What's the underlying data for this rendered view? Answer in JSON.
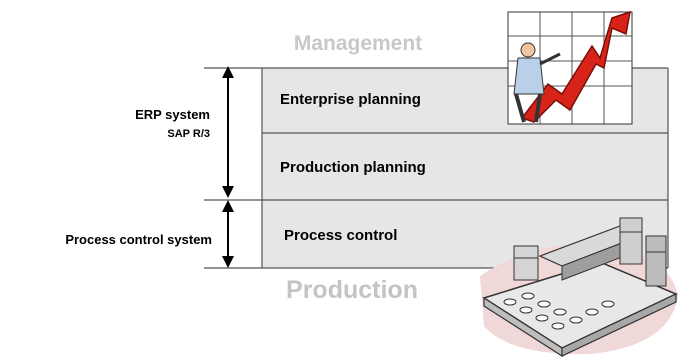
{
  "diagram": {
    "top_label": "Management",
    "bottom_label": "Production",
    "layers": [
      {
        "label": "Enterprise planning"
      },
      {
        "label": "Production planning"
      },
      {
        "label": "Process control"
      }
    ],
    "systems": [
      {
        "label": "ERP system",
        "sublabel": "SAP R/3"
      },
      {
        "label": "Process control system"
      }
    ]
  }
}
